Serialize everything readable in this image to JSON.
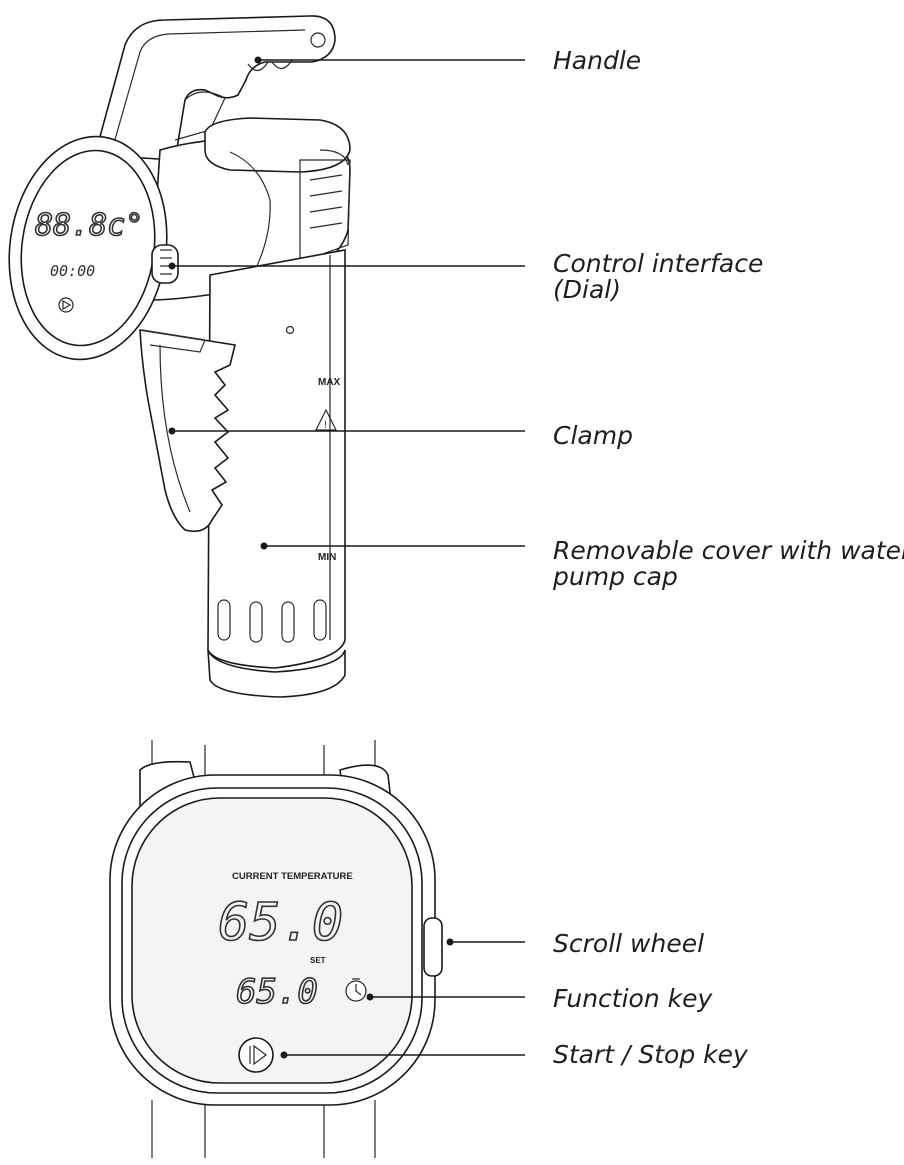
{
  "top_device": {
    "display_main": "88.8c°",
    "display_time": "00:00",
    "max_mark": "MAX",
    "min_mark": "MIN"
  },
  "bottom_device": {
    "display_caption": "CURRENT TEMPERATURE",
    "current_temperature": "65.0",
    "set_caption": "SET",
    "set_temperature": "65.0"
  },
  "callouts": {
    "handle": "Handle",
    "control_interface_line1": "Control interface",
    "control_interface_line2": "(Dial)",
    "clamp": "Clamp",
    "removable_cover_line1": "Removable cover with water",
    "removable_cover_line2": "pump cap",
    "scroll_wheel": "Scroll wheel",
    "function_key": "Function key",
    "start_stop_key": "Start / Stop key"
  }
}
